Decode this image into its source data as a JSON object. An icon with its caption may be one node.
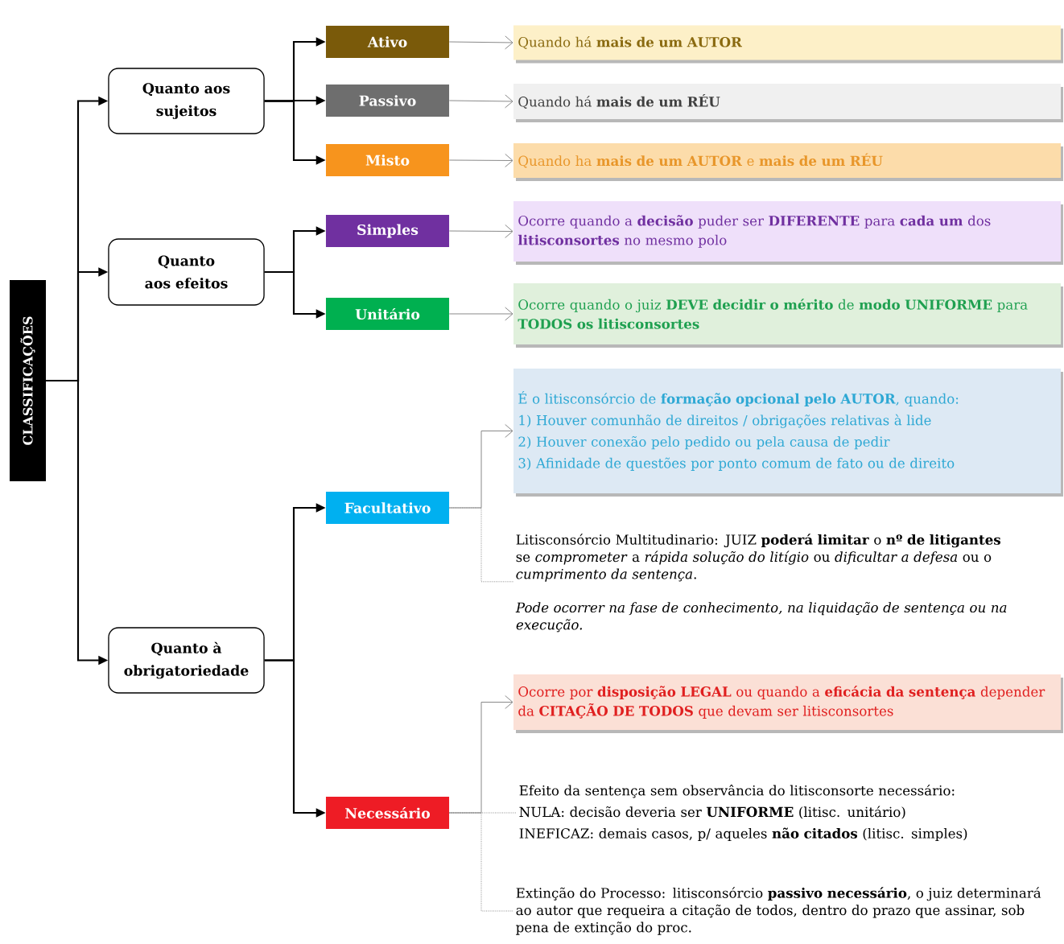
{
  "diagram": {
    "nodes": [
      {
        "text": [
          "CLASSIFICAÇÕES"
        ]
      },
      {
        "text": [
          "Quanto aos sujeitos"
        ]
      },
      {
        "text": [
          "Quanto aos efeitos"
        ]
      },
      {
        "text": [
          "Quanto à obrigatoriedade"
        ]
      },
      {
        "text": [
          "Ativo"
        ]
      },
      {
        "text": [
          "Passivo"
        ]
      },
      {
        "text": [
          "Misto"
        ]
      },
      {
        "text": [
          "Simples"
        ]
      },
      {
        "text": [
          "Unitário"
        ]
      },
      {
        "text": [
          "Facultativo"
        ]
      },
      {
        "text": [
          "Necessário"
        ]
      },
      {
        "text": [
          "Quando há **mais de um AUTOR**"
        ]
      },
      {
        "text": [
          "Quando há **mais de um RÉU**"
        ]
      },
      {
        "text": [
          "Quando ha **mais de um AUTOR** e **mais de um RÉU**"
        ]
      },
      {
        "text": [
          "Ocorre quando a **decisão** puder ser **DIFERENTE** para **cada um** dos **litisconsortes** no mesmo polo"
        ]
      },
      {
        "text": [
          "Ocorre quando o juiz **DEVE decidir o mérito** de **modo UNIFORME** para **TODOS os litisconsortes**"
        ]
      },
      {
        "text": [
          "É o litisconsórcio de **formação opcional pelo AUTOR**, quando:",
          "1) Houver comunhão de direitos / obrigações relativas à lide",
          "2) Houver conexão pelo pedido ou pela causa de pedir",
          "3) Afinidade de questões por ponto comum de fato ou de direito"
        ]
      },
      {
        "text": [
          "Litisconsórcio Multitudinario: JUIZ **poderá limitar** o **nº de litigantes** se *comprometer* a *rápida solução do litígio* ou *dificultar a defesa* ou o *cumprimento da sentença*."
        ]
      },
      {
        "text": [
          "Ocorre por **disposição LEGAL** ou quando a **eficácia da sentença** depender da **CITAÇÃO DE TODOS** que devam ser litisconsortes"
        ]
      },
      {
        "text": [
          "Efeito da sentença sem observância do litisconsorte necessário:",
          "NULA: decisão deveria ser **UNIFORME** (litisc. unitário)",
          "INEFICAZ: demais casos, p/ aqueles **não citados** (litisc. simples)"
        ]
      },
      {
        "text": [
          "Extinção do Processo: litisconsórcio **passivo necessário**, o juiz determinará ao autor que requeira a citação de todos, dentro do prazo que assinar, sob pena de extinção do proc."
        ]
      }
    ],
    "edges": [
      {
        "from": 0,
        "to": 1,
        "arrow": "to"
      },
      {
        "from": 0,
        "to": 2,
        "arrow": "to"
      },
      {
        "from": 0,
        "to": 3,
        "arrow": "to"
      },
      {
        "from": 1,
        "to": 4,
        "arrow": "to"
      },
      {
        "from": 1,
        "to": 5,
        "arrow": "to"
      },
      {
        "from": 1,
        "to": 6,
        "arrow": "to"
      },
      {
        "from": 2,
        "to": 7,
        "arrow": "to"
      },
      {
        "from": 2,
        "to": 8,
        "arrow": "to"
      },
      {
        "from": 3,
        "to": 9,
        "arrow": "to"
      },
      {
        "from": 3,
        "to": 10,
        "arrow": "to"
      },
      {
        "from": 4,
        "to": 11,
        "arrow": "to",
        "color": "#808080"
      },
      {
        "from": 5,
        "to": 12,
        "arrow": "to",
        "color": "#808080"
      },
      {
        "from": 6,
        "to": 13,
        "arrow": "to",
        "color": "#808080"
      },
      {
        "from": 7,
        "to": 14,
        "arrow": "to",
        "color": "#808080"
      },
      {
        "from": 8,
        "to": 15,
        "arrow": "to",
        "color": "#808080"
      },
      {
        "from": 9,
        "to": 16,
        "arrow": "to",
        "color": "#808080"
      },
      {
        "from": 9,
        "to": 17,
        "arrow": "none",
        "style": "dashed",
        "color": "#808080"
      },
      {
        "from": 10,
        "to": 18,
        "arrow": "to",
        "color": "#808080"
      },
      {
        "from": 10,
        "to": 19,
        "arrow": "none",
        "style": "dashed",
        "color": "#808080"
      },
      {
        "from": 10,
        "to": 20,
        "arrow": "none",
        "style": "dashed",
        "color": "#808080"
      }
    ],
    "labels": [
      "Pode ocorrer na fase de conhecimento, na liquidação de sentença ou na execução."
    ]
  }
}
